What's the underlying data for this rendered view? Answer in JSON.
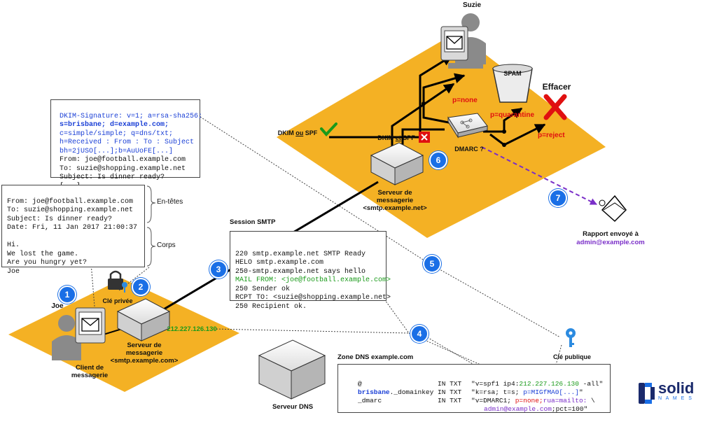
{
  "labels": {
    "suzie": "Suzie",
    "joe": "Joe",
    "spam": "SPAM",
    "effacer": "Effacer",
    "dkim_ou_spf_1": "DKIM",
    "dkim_ou_spf_ou": "ou",
    "dkim_ou_spf_2": "SPF",
    "dkim_et_spf_1": "DKIM",
    "dkim_et_spf_et": "et",
    "dkim_et_spf_2": "SPF",
    "dmarc": "DMARC ?",
    "p_none": "p=none",
    "p_quarantine": "p=quarantine",
    "p_reject": "p=reject",
    "server_dest_1": "Serveur de",
    "server_dest_2": "messagerie",
    "server_dest_3": "<smtp.example.net>",
    "server_src_1": "Serveur de",
    "server_src_2": "messagerie",
    "server_src_3": "<smtp.example.com>",
    "client_1": "Client de",
    "client_2": "messagerie",
    "cle_privee": "Clé privée",
    "cle_publique": "Clé publique",
    "ip": "212.227.126.130",
    "session_smtp": "Session SMTP",
    "en_tetes": "En-têtes",
    "corps": "Corps",
    "rapport_1": "Rapport envoyé à",
    "rapport_2": "admin@example.com",
    "zone_dns": "Zone DNS example.com",
    "serveur_dns": "Serveur DNS",
    "logo_solid": "solid",
    "logo_names": "N A M E S"
  },
  "badges": [
    "1",
    "2",
    "3",
    "4",
    "5",
    "6",
    "7"
  ],
  "dkim_header": {
    "l1": "DKIM-Signature: v=1; a=rsa-sha256;",
    "l2a": "s=brisbane;",
    "l2b": " d=example.com;",
    "l3": "c=simple/simple; q=dns/txt;",
    "l4": "h=Received : From : To : Subject",
    "l5": "bh=2jUSO[...];b=AuUoFE[...]",
    "l6": "From: joe@football.example.com",
    "l7": "To: suzie@shopping.example.net",
    "l8": "Subject: Is dinner ready?",
    "l9": "[...]"
  },
  "email": {
    "h1": "From: joe@football.example.com",
    "h2": "To: suzie@shopping.example.net",
    "h3": "Subject: Is dinner ready?",
    "h4": "Date: Fri, 11 Jan 2017 21:00:37",
    "b1": "Hi.",
    "b2": "We lost the game.",
    "b3": "Are you hungry yet?",
    "b4": "Joe"
  },
  "smtp": {
    "l1": "220 smtp.example.net SMTP Ready",
    "l2": "HELO smtp.example.com",
    "l3": "250-smtp.example.net says hello",
    "l4": "MAIL FROM: <joe@football.example.com>",
    "l5": "250 Sender ok",
    "l6": "RCPT TO: <suzie@shopping.example.net>",
    "l7": "250 Recipient ok."
  },
  "dns": {
    "r1_name": "@",
    "r1_type": "IN TXT",
    "r1_a": "\"v=spf1 ip4:",
    "r1_ip": "212.227.126.130",
    "r1_b": " -all\"",
    "r2_sel": "brisbane",
    "r2_name": "._domainkey",
    "r2_type": "IN TXT",
    "r2_a": "\"k=rsa; t=s; ",
    "r2_p": "p=MIGfMA0[...]",
    "r2_b": "\"",
    "r3_name": "_dmarc",
    "r3_type": "IN TXT",
    "r3_a": "\"v=DMARC1; ",
    "r3_p": "p=none;",
    "r3_rua": "rua=mailto:",
    "r3_b": " \\",
    "r3_mail": "admin@example.com",
    "r3_c": ";pct=100\""
  },
  "colors": {
    "orange": "#f4b124",
    "blue_badge": "#1a6fe6",
    "red": "#e01010",
    "green": "#1a9a1a",
    "purple": "#7a2ec8",
    "blue_text": "#1a3fd6"
  }
}
